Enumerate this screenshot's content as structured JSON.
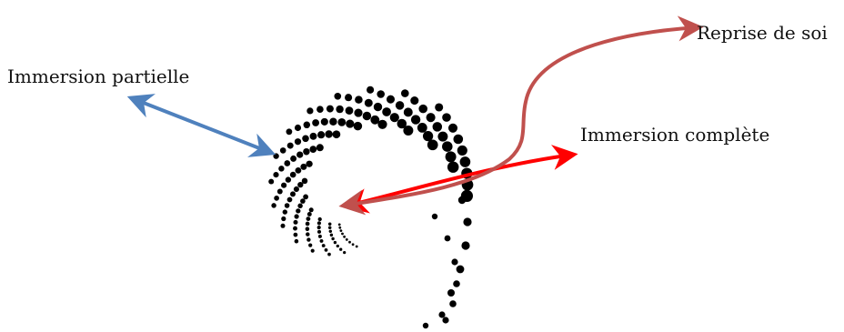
{
  "labels": {
    "partial": "Immersion partielle",
    "complete": "Immersion complète",
    "reprise": "Reprise de soi"
  },
  "colors": {
    "partial_arrow": "#4f81bd",
    "complete_arrow": "#ff0000",
    "reprise_arrow": "#c0504d",
    "dots": "#000000"
  }
}
